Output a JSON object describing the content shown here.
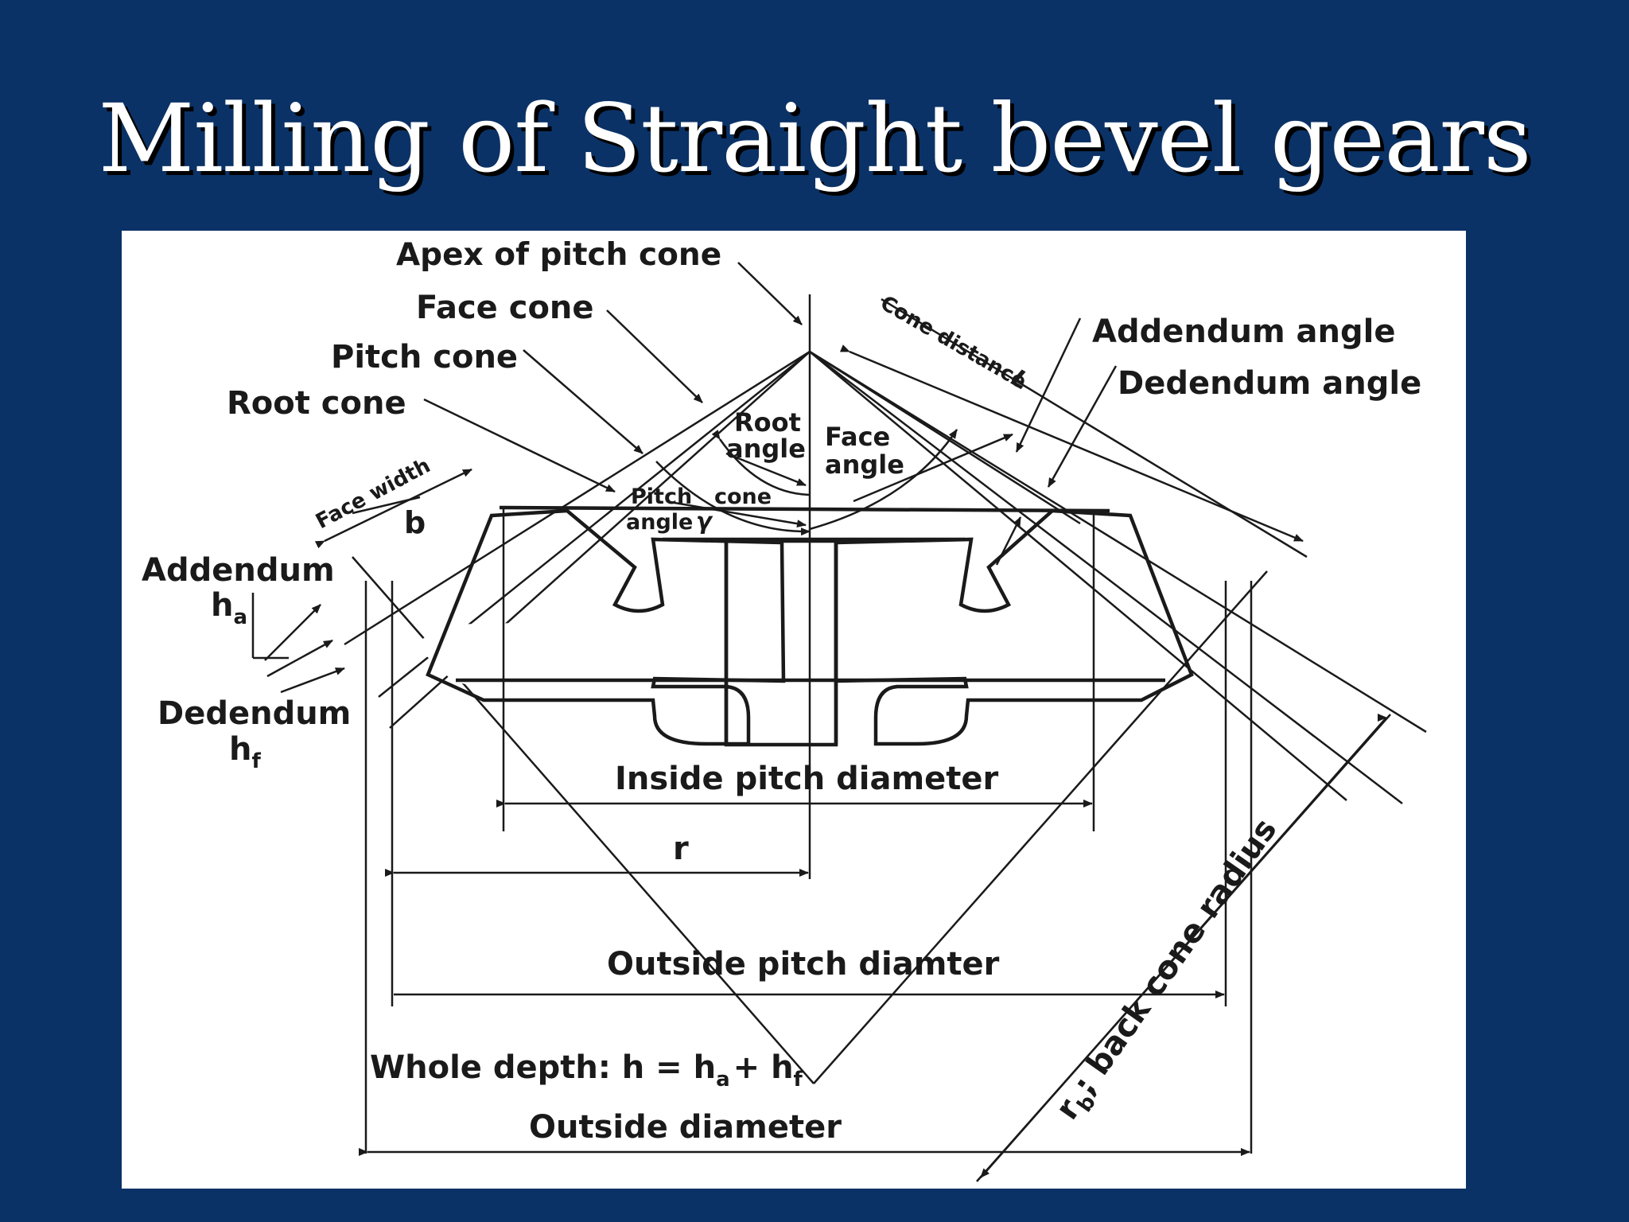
{
  "slide": {
    "title": "Milling of Straight bevel gears"
  },
  "labels": {
    "apex": "Apex of pitch cone",
    "face_cone": "Face cone",
    "pitch_cone": "Pitch cone",
    "root_cone": "Root cone",
    "cone_distance": "Cone distance",
    "cone_distance_symbol": "L",
    "addendum_angle": "Addendum angle",
    "dedendum_angle": "Dedendum angle",
    "root_angle_1": "Root",
    "root_angle_2": "angle",
    "face_angle_1": "Face",
    "face_angle_2": "angle",
    "pitch_cone_angle_1": "Pitch",
    "pitch_cone_angle_2": "cone",
    "pitch_cone_angle_3": "angle",
    "gamma": "γ",
    "face_width": "Face width",
    "b": "b",
    "addendum": "Addendum",
    "h": "h",
    "a": "a",
    "dedendum": "Dedendum",
    "f": "f",
    "inside_pitch_diameter": "Inside pitch diameter",
    "r": "r",
    "outside_pitch_diameter": "Outside pitch diamter",
    "whole_depth_prefix": "Whole depth: h = h",
    "whole_depth_plus": "+ h",
    "outside_diameter": "Outside diameter",
    "rb": "r",
    "back_cone_radius": "; back cone radius"
  }
}
